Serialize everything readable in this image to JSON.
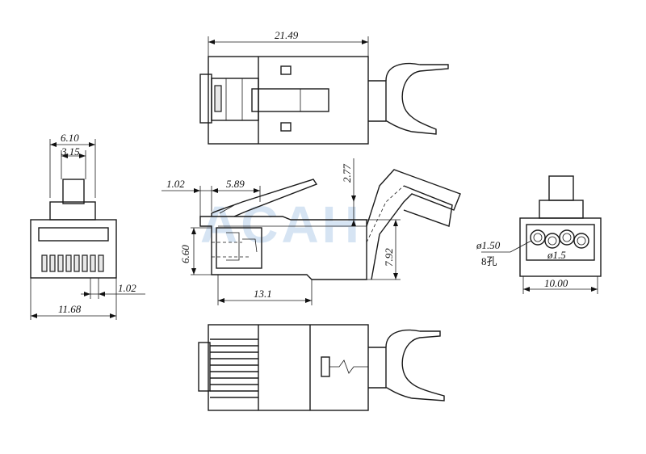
{
  "watermark": "ACAH",
  "dimensions": {
    "overall_length": "21.49",
    "head_width": "6.10",
    "latch_width": "3.15",
    "pin_pitch": "1.02",
    "front_width": "11.68",
    "latch_offset": "1.02",
    "latch_length": "5.89",
    "boot_height": "2.77",
    "body_height": "6.60",
    "total_height": "7.92",
    "body_length": "13.1",
    "rear_width": "10.00",
    "hole_diameter": "ø1.50",
    "hole_count": "8孔",
    "hole_inner": "ø1.5"
  }
}
